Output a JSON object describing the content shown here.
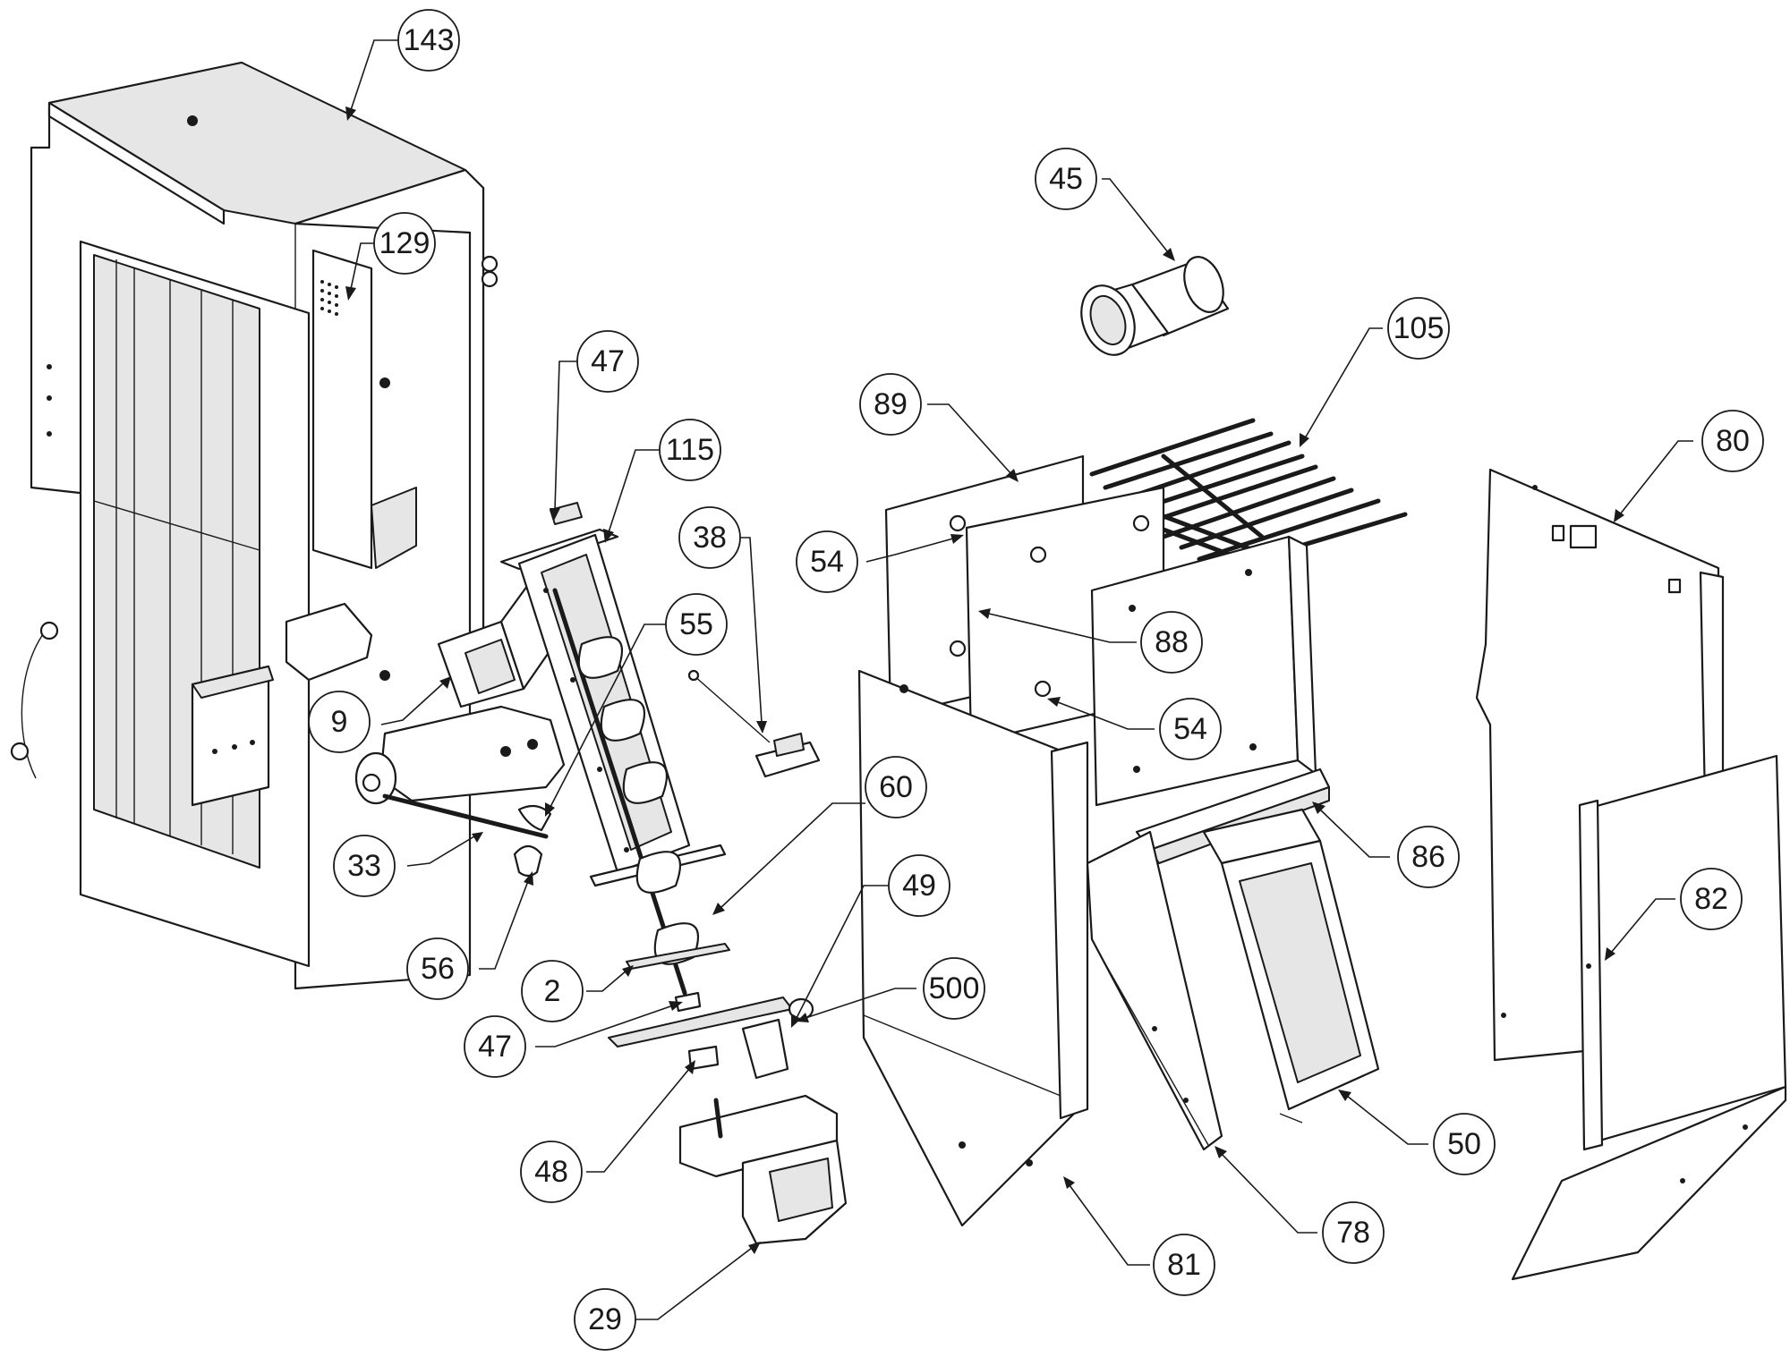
{
  "callouts": [
    {
      "label": "143"
    },
    {
      "label": "129"
    },
    {
      "label": "47"
    },
    {
      "label": "115"
    },
    {
      "label": "38"
    },
    {
      "label": "55"
    },
    {
      "label": "9"
    },
    {
      "label": "33"
    },
    {
      "label": "56"
    },
    {
      "label": "60"
    },
    {
      "label": "2"
    },
    {
      "label": "47"
    },
    {
      "label": "49"
    },
    {
      "label": "500"
    },
    {
      "label": "48"
    },
    {
      "label": "29"
    },
    {
      "label": "45"
    },
    {
      "label": "105"
    },
    {
      "label": "89"
    },
    {
      "label": "54"
    },
    {
      "label": "88"
    },
    {
      "label": "54"
    },
    {
      "label": "86"
    },
    {
      "label": "80"
    },
    {
      "label": "82"
    },
    {
      "label": "50"
    },
    {
      "label": "78"
    },
    {
      "label": "81"
    }
  ]
}
